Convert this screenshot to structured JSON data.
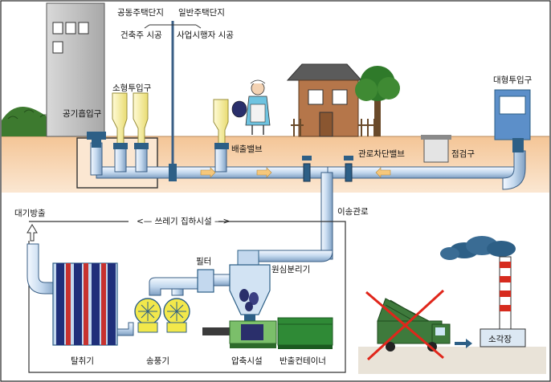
{
  "labels": {
    "apartment_complex": "공동주택단지",
    "housing_complex": "일반주택단지",
    "new_construction": "건축주 시공",
    "developer_construction": "사업시행자 시공",
    "air_intake": "공기흡입구",
    "small_inlet": "소형투입구",
    "discharge_valve": "배출밸브",
    "large_inlet": "대형투입구",
    "pipe_shutoff_valve": "관로차단밸브",
    "inspection_port": "점검구",
    "transfer_pipe": "이송관로",
    "air_exhaust": "대기방출",
    "waste_collection_facility": "쓰레기 집하시설",
    "filter": "필터",
    "cyclone_separator": "원심분리기",
    "deodorizer": "탈취기",
    "blower": "송풍기",
    "compactor": "압축시설",
    "container": "반출컨테이너",
    "incinerator": "소각장"
  },
  "colors": {
    "ground": "#f7cfa3",
    "pipe": "#cfe0f2",
    "pipe_edge": "#3a5f86",
    "inlet": "#f7f0a8",
    "building": "#c8c8c8",
    "house": "#b5764a",
    "cross": "#e0261b",
    "truck": "#3e7a3c",
    "container": "#2f8a36"
  }
}
